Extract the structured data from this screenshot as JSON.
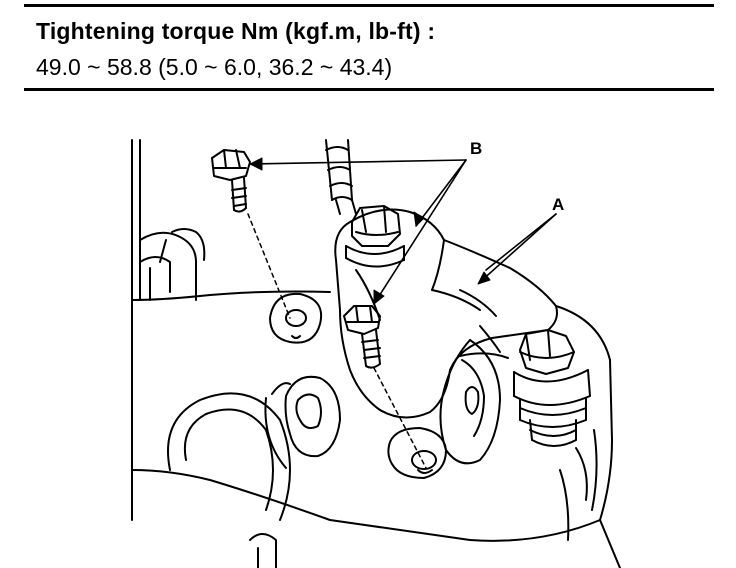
{
  "spec": {
    "heading": "Tightening torque Nm (kgf.m, lb-ft) :",
    "value": "49.0 ~ 58.8 (5.0 ~ 6.0, 36.2 ~ 43.4)"
  },
  "callouts": {
    "a": "A",
    "b": "B"
  },
  "colors": {
    "ink": "#000000",
    "paper": "#ffffff"
  }
}
